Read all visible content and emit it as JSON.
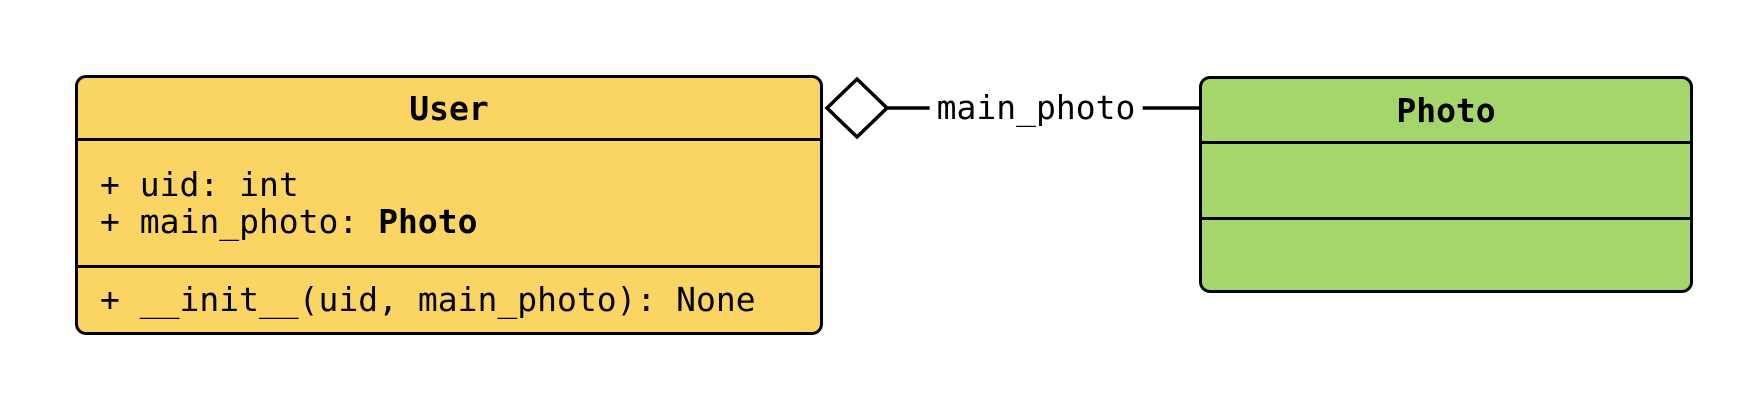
{
  "page": {
    "background": "#ffffff"
  },
  "diagram": {
    "type": "uml-class-diagram",
    "classes": [
      {
        "name": "User",
        "fill": "#FBD563",
        "border_color": "#000000",
        "attributes": [
          {
            "prefix": "+ uid: ",
            "type": "int"
          },
          {
            "prefix": "+ main_photo: ",
            "type": "Photo"
          }
        ],
        "methods": [
          {
            "text": "+ __init__(uid, main_photo): None"
          }
        ]
      },
      {
        "name": "Photo",
        "fill": "#A4D66B",
        "border_color": "#000000",
        "attributes": [],
        "methods": []
      }
    ],
    "relationship": {
      "kind": "aggregation",
      "source": "User",
      "target": "Photo",
      "label": "main_photo",
      "line_color": "#000000",
      "diamond_fill": "#ffffff"
    }
  }
}
